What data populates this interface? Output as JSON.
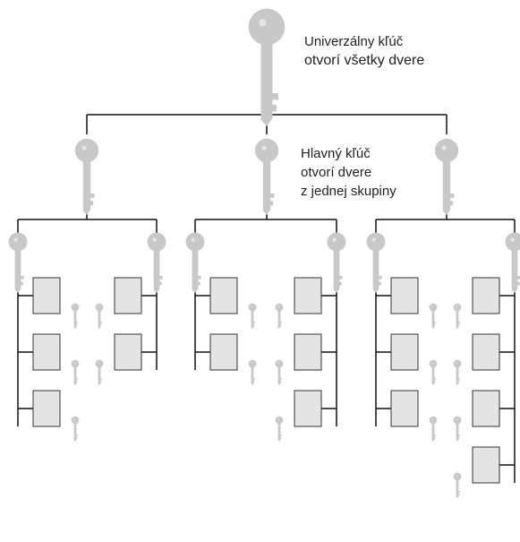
{
  "master_key": {
    "lines": [
      "Univerzálny kľúč",
      "otvorí všetky dvere"
    ]
  },
  "main_key": {
    "lines": [
      "Hlavný kľúč",
      "otvorí dvere",
      "z jednej skupiny"
    ]
  },
  "hierarchy": {
    "master_keys": 1,
    "main_keys": 3,
    "groups": [
      {
        "columns": [
          3,
          2
        ]
      },
      {
        "columns": [
          2,
          3
        ]
      },
      {
        "columns": [
          3,
          4
        ]
      }
    ]
  },
  "colors": {
    "line": "#111111",
    "key_fill": "#c8c8c8",
    "door_fill": "#e4e4e4",
    "door_stroke": "#333333"
  }
}
